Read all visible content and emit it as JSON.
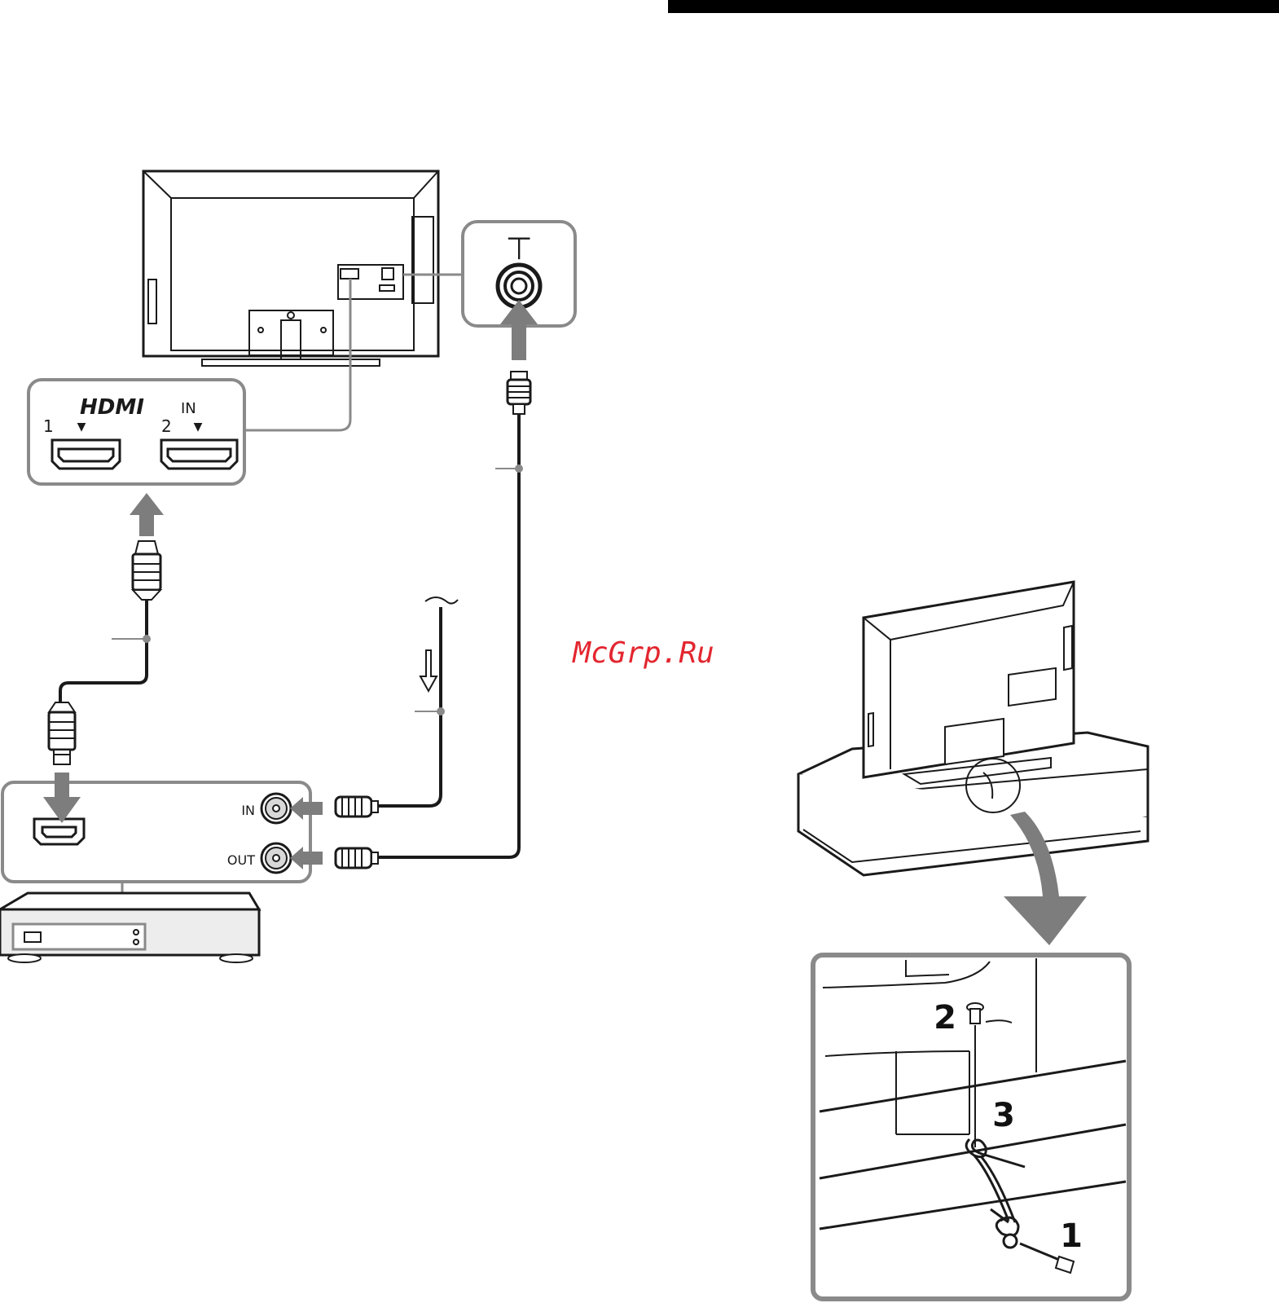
{
  "watermark": "McGrp.Ru",
  "connection_diagram": {
    "antenna_symbol": "⊤",
    "hdmi_panel": {
      "title": "HDMI",
      "suffix": "IN",
      "port1": "1",
      "port2": "2",
      "marker": "▼"
    },
    "recorder_panel": {
      "in_label": "IN",
      "out_label": "OUT"
    }
  },
  "stand_diagram": {
    "step1": "1",
    "step2": "2",
    "step3": "3"
  },
  "colors": {
    "line": "#1a1a1a",
    "panel_border": "#8a8a8a",
    "arrow": "#7d7d7d",
    "watermark": "#e3262f"
  }
}
